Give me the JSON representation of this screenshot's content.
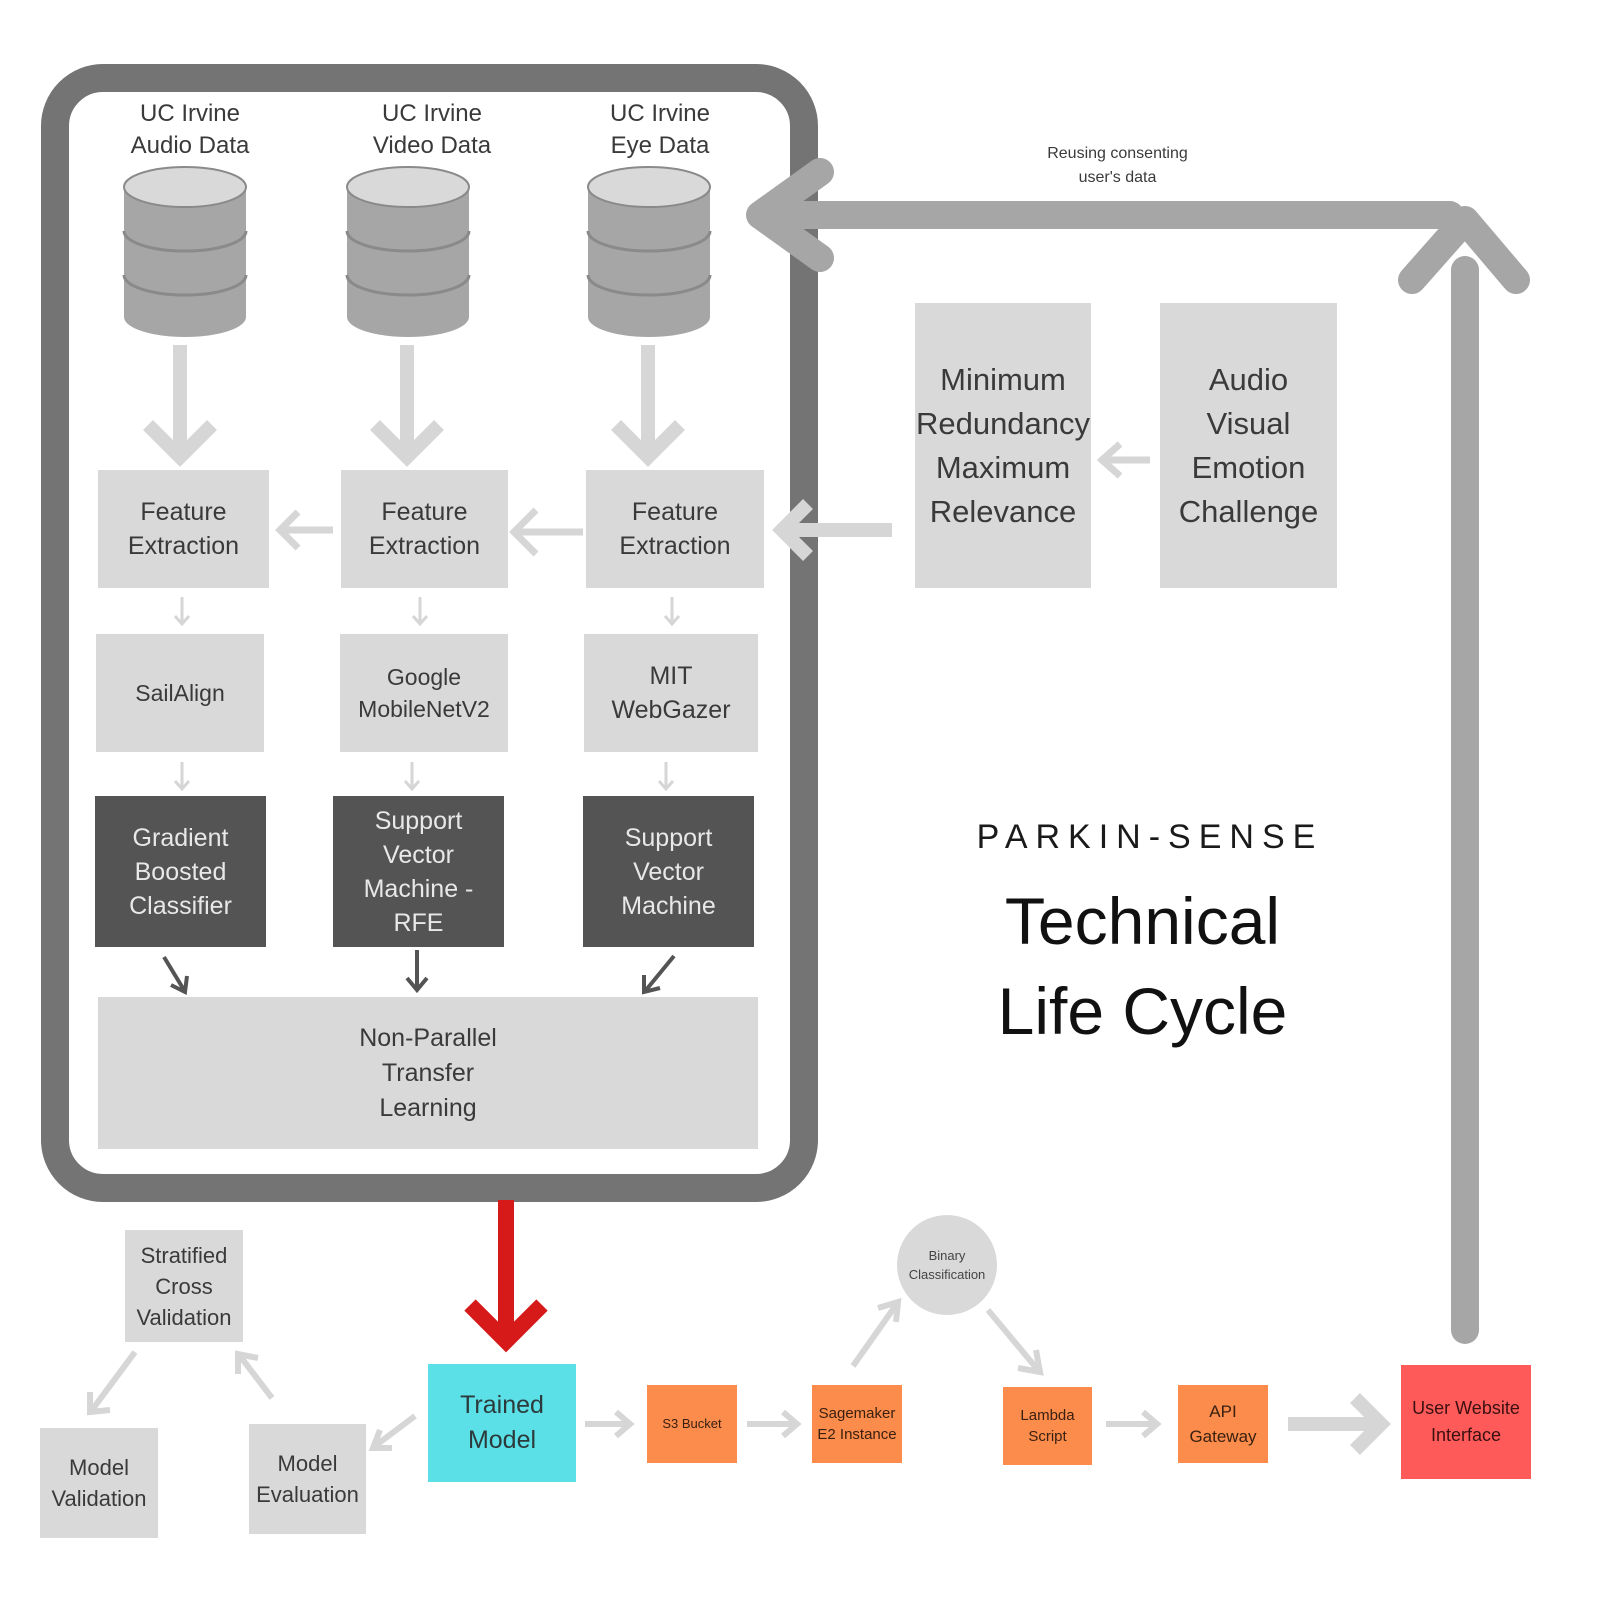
{
  "sources": [
    {
      "label": "UC Irvine\nAudio Data"
    },
    {
      "label": "UC Irvine\nVideo Data"
    },
    {
      "label": "UC Irvine\nEye Data"
    }
  ],
  "feature_extraction": [
    "Feature\nExtraction",
    "Feature\nExtraction",
    "Feature\nExtraction"
  ],
  "tools": [
    "SailAlign",
    "Google\nMobileNetV2",
    "MIT\nWebGazer"
  ],
  "classifiers": [
    "Gradient\nBoosted\nClassifier",
    "Support\nVector\nMachine -\nRFE",
    "Support\nVector\nMachine"
  ],
  "transfer": "Non-Parallel\nTransfer\nLearning",
  "mrmr": "Minimum\nRedundancy\nMaximum\nRelevance",
  "avec": "Audio\nVisual\nEmotion\nChallenge",
  "reuse_note": "Reusing consenting\nuser's data",
  "brand": {
    "logo_text": "PARKIN-SENSE",
    "title": "Technical\nLife Cycle"
  },
  "pipeline": {
    "trained_model": "Trained\nModel",
    "s3": "S3 Bucket",
    "sagemaker": "Sagemaker\nE2 Instance",
    "binary": "Binary\nClassification",
    "lambda": "Lambda\nScript",
    "api": "API\nGateway",
    "ui": "User Website\nInterface"
  },
  "validation": {
    "stratified": "Stratified\nCross\nValidation",
    "model_validation": "Model\nValidation",
    "model_evaluation": "Model\nEvaluation"
  },
  "colors": {
    "frame": "#747474",
    "light_box": "#d9d9d9",
    "dark_box": "#545454",
    "arrow_light": "#d6d6d6",
    "arrow_gray": "#a6a6a6",
    "arrow_red": "#d61a1a",
    "orange": "#fb8c4c",
    "cyan": "#5ae0e6",
    "red": "#ff5a5a"
  }
}
